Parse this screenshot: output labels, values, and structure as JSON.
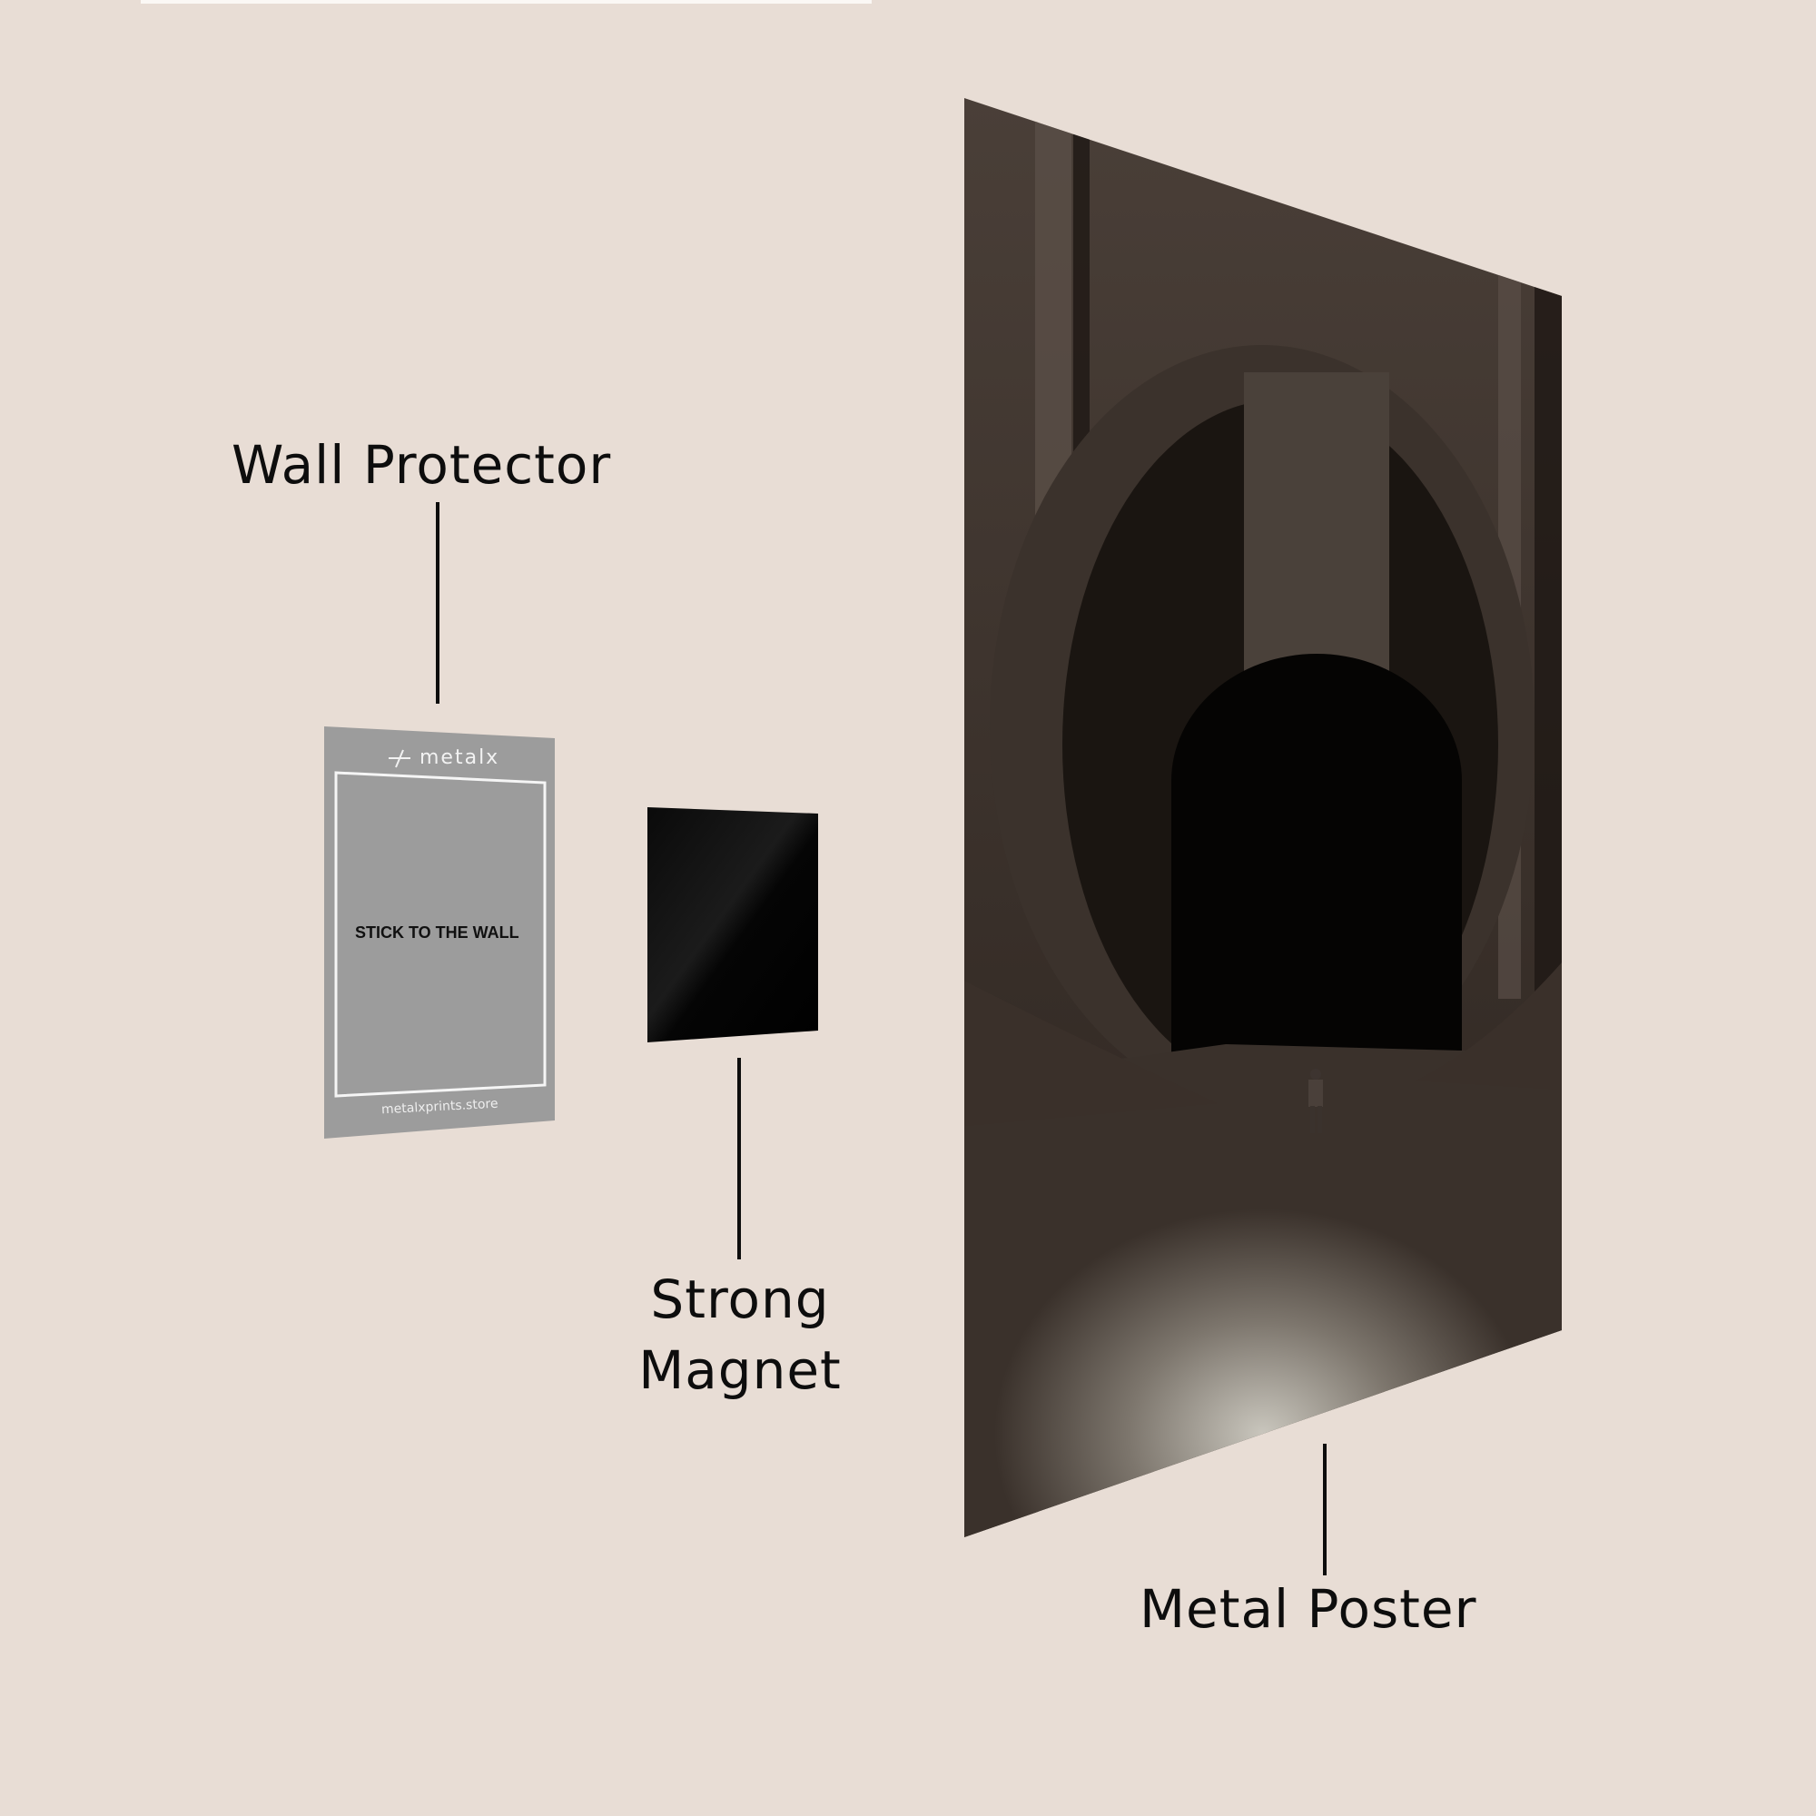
{
  "labels": {
    "wall_protector": "Wall Protector",
    "strong_magnet_line1": "Strong",
    "strong_magnet_line2": "Magnet",
    "metal_poster": "Metal Poster"
  },
  "wall_protector_card": {
    "brand": "metalx",
    "instruction": "STICK TO THE WALL",
    "website": "metalxprints.store"
  },
  "colors": {
    "background": "#e8ddd5",
    "protector_gray": "#9c9c9c",
    "magnet_black": "#050505",
    "poster_dark": "#2a221d",
    "text": "#0d0d0d"
  },
  "icons": {
    "brand_logo": "metalx-logo-icon"
  }
}
